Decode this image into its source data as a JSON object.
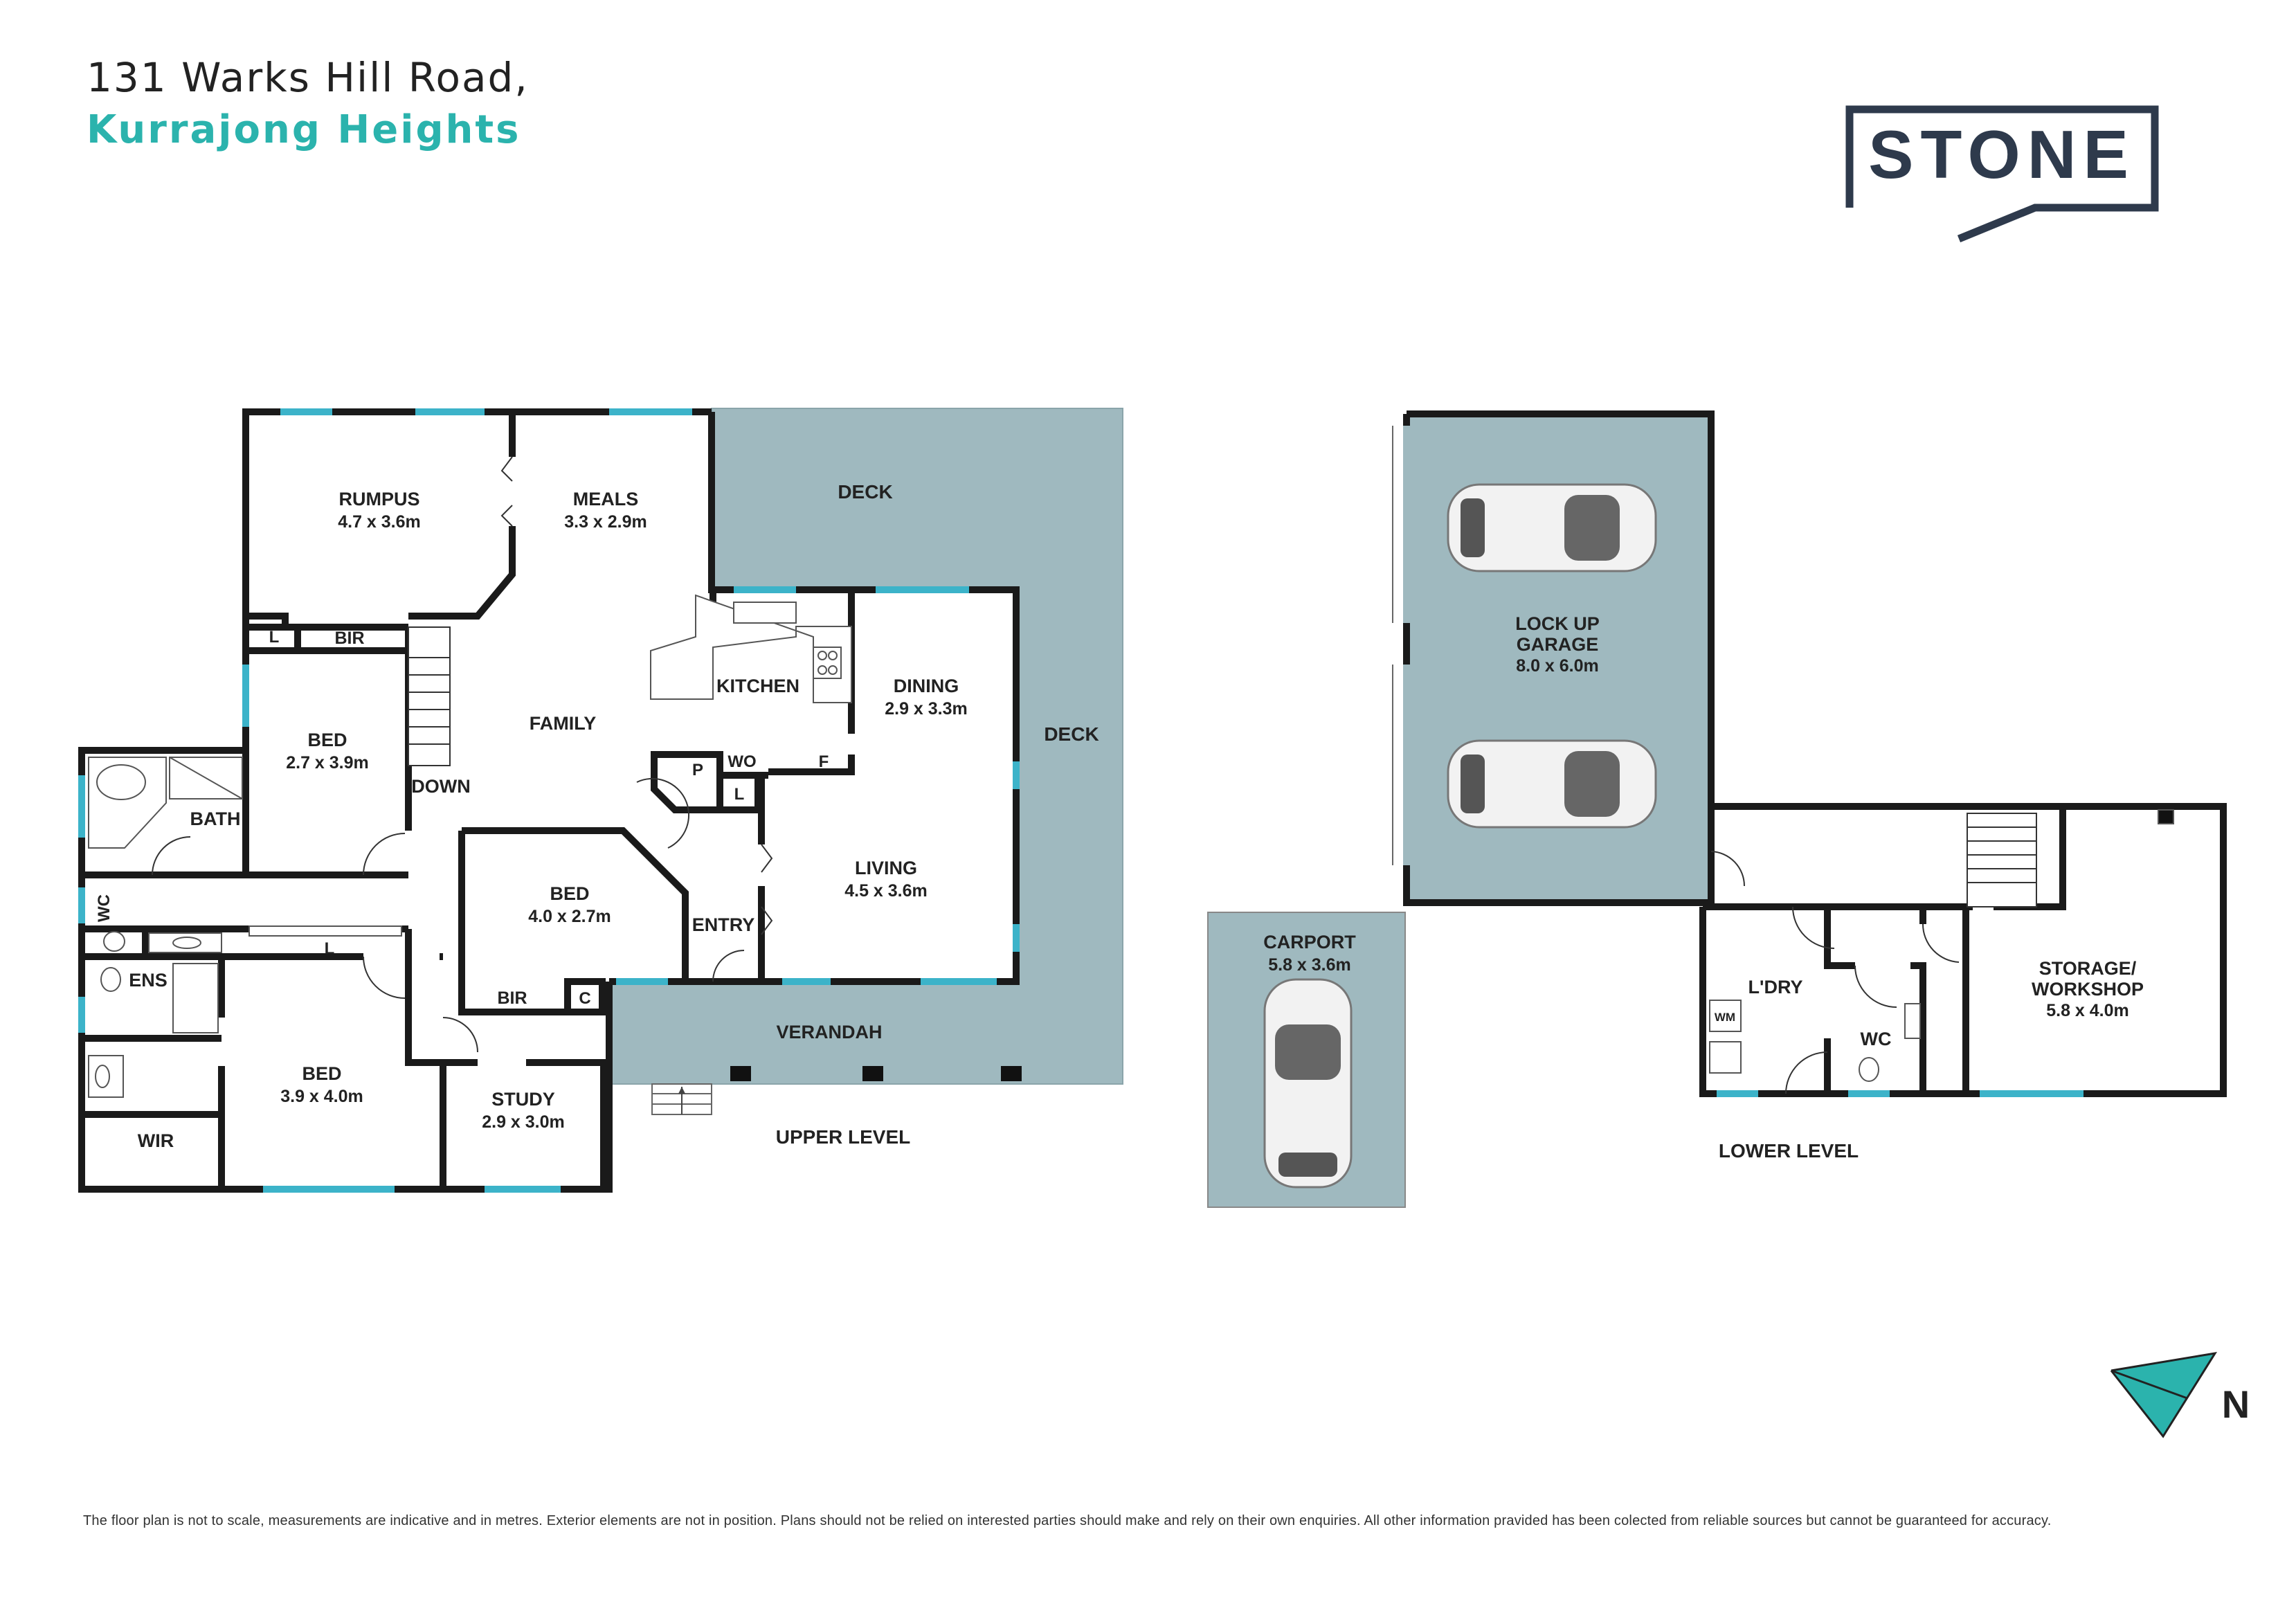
{
  "header": {
    "address_line1": "131 Warks Hill Road,",
    "address_line2": "Kurrajong Heights"
  },
  "logo": {
    "text": "STONE"
  },
  "colors": {
    "accent": "#2bb3ad",
    "deck": "#9fb9bf",
    "wall": "#1a1a1a",
    "window": "#3cb3c9",
    "logo": "#2e3a4c"
  },
  "upper_level": {
    "label": "UPPER LEVEL",
    "rooms": [
      {
        "name": "RUMPUS",
        "dims": "4.7 x 3.6m"
      },
      {
        "name": "MEALS",
        "dims": "3.3 x 2.9m"
      },
      {
        "name": "DECK",
        "dims": ""
      },
      {
        "name": "DECK",
        "dims": ""
      },
      {
        "name": "KITCHEN",
        "dims": ""
      },
      {
        "name": "DINING",
        "dims": "2.9 x 3.3m"
      },
      {
        "name": "FAMILY",
        "dims": ""
      },
      {
        "name": "BED",
        "dims": "2.7 x 3.9m"
      },
      {
        "name": "BATH",
        "dims": ""
      },
      {
        "name": "DOWN",
        "dims": ""
      },
      {
        "name": "LIVING",
        "dims": "4.5 x 3.6m"
      },
      {
        "name": "BED",
        "dims": "4.0 x 2.7m"
      },
      {
        "name": "ENTRY",
        "dims": ""
      },
      {
        "name": "ENS",
        "dims": ""
      },
      {
        "name": "BED",
        "dims": "3.9 x 4.0m"
      },
      {
        "name": "STUDY",
        "dims": "2.9 x 3.0m"
      },
      {
        "name": "VERANDAH",
        "dims": ""
      },
      {
        "name": "WIR",
        "dims": ""
      }
    ],
    "small_labels": [
      "L",
      "BIR",
      "P",
      "WO",
      "F",
      "L",
      "WC",
      "L",
      "BIR",
      "C"
    ]
  },
  "lower_level": {
    "label": "LOWER LEVEL",
    "rooms": [
      {
        "name": "LOCK UP",
        "name2": "GARAGE",
        "dims": "8.0 x 6.0m"
      },
      {
        "name": "CARPORT",
        "dims": "5.8 x 3.6m"
      },
      {
        "name": "L'DRY",
        "dims": ""
      },
      {
        "name": "WC",
        "dims": ""
      },
      {
        "name": "STORAGE/",
        "name2": "WORKSHOP",
        "dims": "5.8 x 4.0m"
      }
    ],
    "small_labels": [
      "WM"
    ]
  },
  "compass": {
    "label": "N"
  },
  "disclaimer": "The floor plan is not to scale, measurements are indicative and in metres. Exterior elements are not in position. Plans should not be relied on interested parties should make and rely on their own enquiries. All other information pravided has been colected from reliable sources but cannot be guaranteed for accuracy."
}
